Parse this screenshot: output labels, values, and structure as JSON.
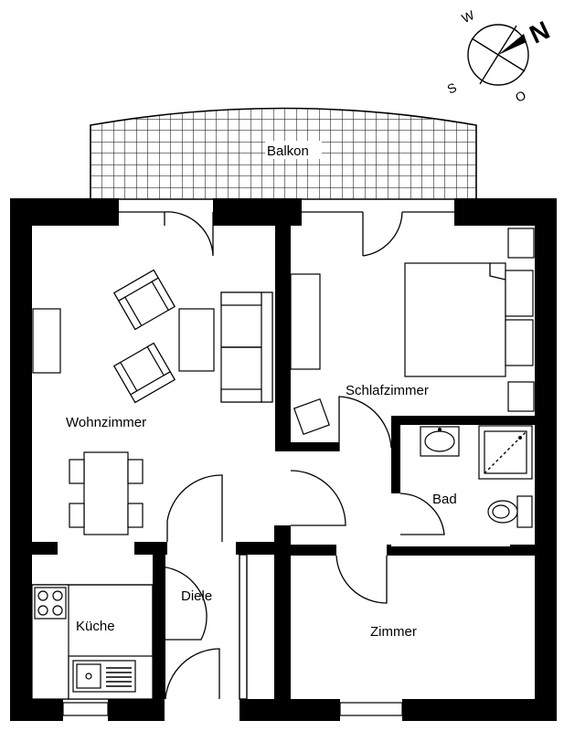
{
  "compass": {
    "north": "N",
    "west": "W",
    "south": "S",
    "east": "O"
  },
  "rooms": {
    "balkon": "Balkon",
    "wohnzimmer": "Wohnzimmer",
    "schlafzimmer": "Schlafzimmer",
    "bad": "Bad",
    "diele": "Diele",
    "kueche": "Küche",
    "zimmer": "Zimmer"
  },
  "colors": {
    "walls": "#000000",
    "background": "#ffffff"
  }
}
